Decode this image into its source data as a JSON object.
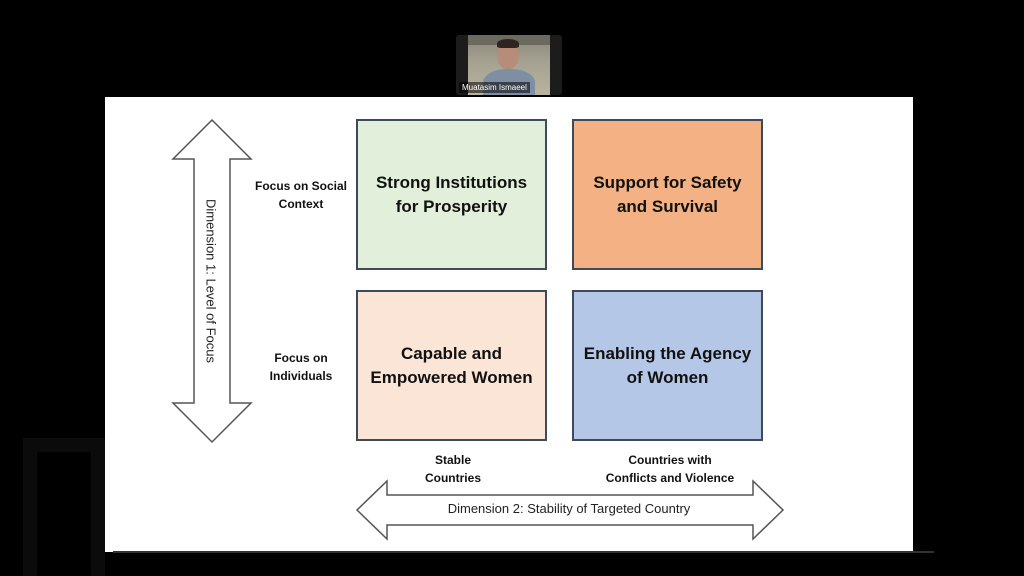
{
  "meeting": {
    "participant_name": "Muatasim Ismaeel"
  },
  "slide": {
    "quadrants": [
      {
        "label": "Strong Institutions\nfor Prosperity",
        "color": "#e2efda"
      },
      {
        "label": "Support for Safety\nand Survival",
        "color": "#f4b183"
      },
      {
        "label": "Capable and\nEmpowered Women",
        "color": "#fbe5d6"
      },
      {
        "label": "Enabling the Agency\nof Women",
        "color": "#b4c7e7"
      }
    ],
    "row_labels": [
      "Focus on Social\nContext",
      "Focus on\nIndividuals"
    ],
    "column_labels": [
      "Stable\nCountries",
      "Countries with\nConflicts and Violence"
    ],
    "dimension1": "Dimension 1: Level of Focus",
    "dimension2": "Dimension 2: Stability of Targeted Country"
  }
}
